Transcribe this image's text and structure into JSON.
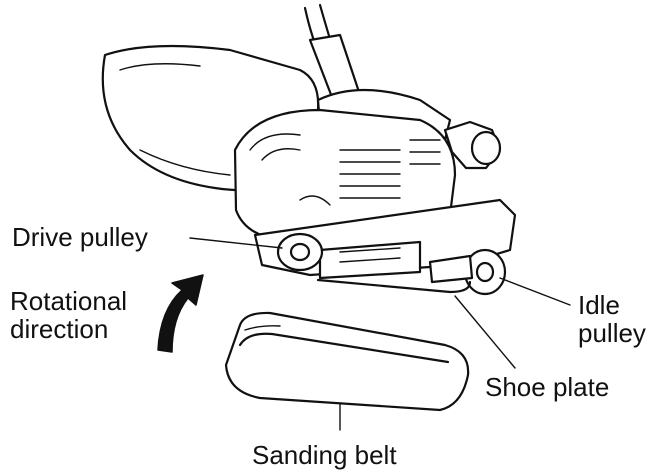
{
  "labels": {
    "drive_pulley": "Drive pulley",
    "rotational_1": "Rotational",
    "rotational_2": "direction",
    "idle_1": "Idle",
    "idle_2": "pulley",
    "shoe_plate": "Shoe plate",
    "sanding_belt": "Sanding belt"
  },
  "colors": {
    "ink": "#111111",
    "background": "#ffffff"
  },
  "icons": {
    "arrow": "curved-arrow-icon"
  }
}
